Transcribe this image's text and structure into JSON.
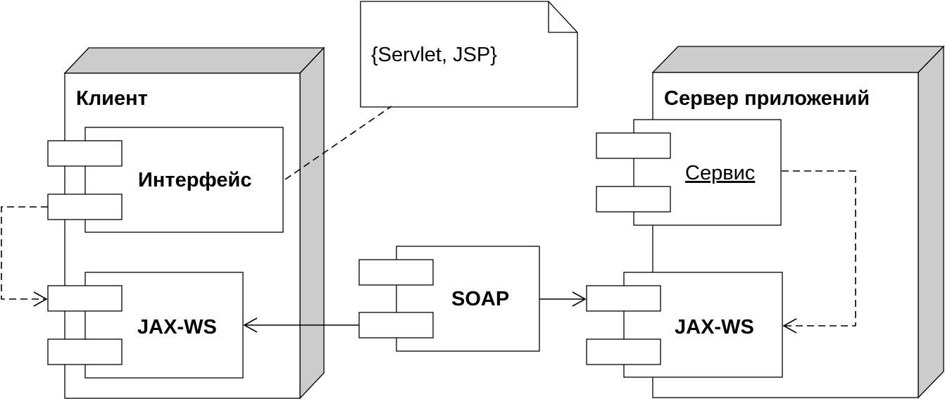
{
  "nodes": {
    "client": {
      "title": "Клиент"
    },
    "server": {
      "title": "Сервер приложений"
    }
  },
  "components": {
    "interface": {
      "label": "Интерфейс"
    },
    "client_jaxws": {
      "label": "JAX-WS"
    },
    "soap": {
      "label": "SOAP"
    },
    "service": {
      "label": "Сервис",
      "underlined": true
    },
    "server_jaxws": {
      "label": "JAX-WS"
    }
  },
  "note": {
    "text": "{Servlet, JSP}"
  },
  "colors": {
    "node_shade": "#cccccc",
    "stroke": "#000000",
    "fill": "#ffffff"
  }
}
